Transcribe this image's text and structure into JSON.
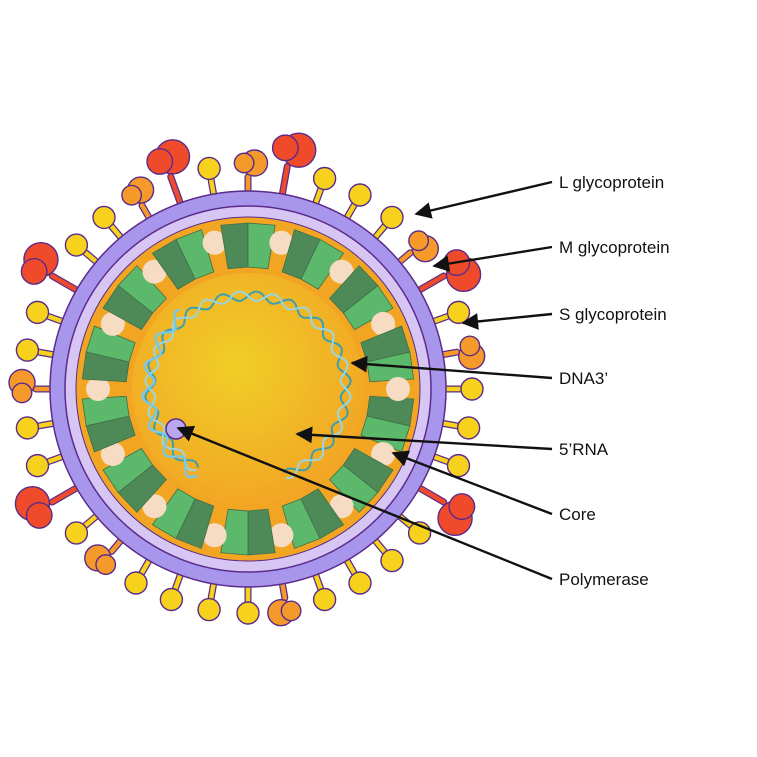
{
  "labels": {
    "l_glycoprotein": "L glycoprotein",
    "m_glycoprotein": "M glycoprotein",
    "s_glycoprotein": "S glycoprotein",
    "dna": "DNA3’",
    "rna": "5’RNA",
    "core": "Core",
    "polymerase": "Polymerase"
  },
  "colors": {
    "envelope_outer": "#a895ec",
    "envelope_inner": "#d7c6f4",
    "membrane_outline": "#5a2b8a",
    "core_shell": "#f0a020",
    "core_inner": "#f2b21c",
    "capsomer_light": "#5cb86a",
    "capsomer_dark": "#4d8a58",
    "capsomer_gap": "#f7dcc4",
    "s_glycoprotein": "#f6d21c",
    "m_glycoprotein": "#f59a2a",
    "l_glycoprotein": "#ef4b2b",
    "dna_strand": "#3a9fb0",
    "rna_strand": "#79c7e8",
    "polymerase": "#bba6f0"
  }
}
